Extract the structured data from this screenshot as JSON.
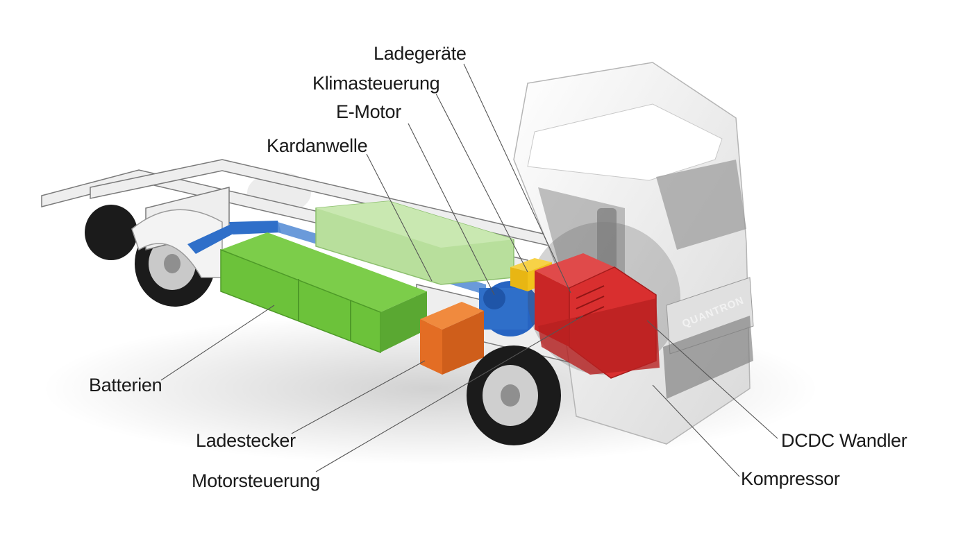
{
  "diagram": {
    "brand_text": "QUANTRON",
    "labels": {
      "ladegeraete": "Ladegeräte",
      "klimasteuerung": "Klimasteuerung",
      "emotor": "E-Motor",
      "kardanwelle": "Kardanwelle",
      "batterien": "Batterien",
      "ladestecker": "Ladestecker",
      "motorsteuerung": "Motorsteuerung",
      "dcdc": "DCDC Wandler",
      "kompressor": "Kompressor"
    },
    "colors": {
      "battery": "#6cc23a",
      "battery_rear": "#b8df9c",
      "shaft": "#2f6fc9",
      "motor": "#2764c2",
      "charger": "#d92f2f",
      "connector": "#e36d24",
      "climate": "#f2c21b",
      "cab": "#f4f4f4",
      "frame": "#e8e8e8",
      "leader": "#555555"
    }
  }
}
